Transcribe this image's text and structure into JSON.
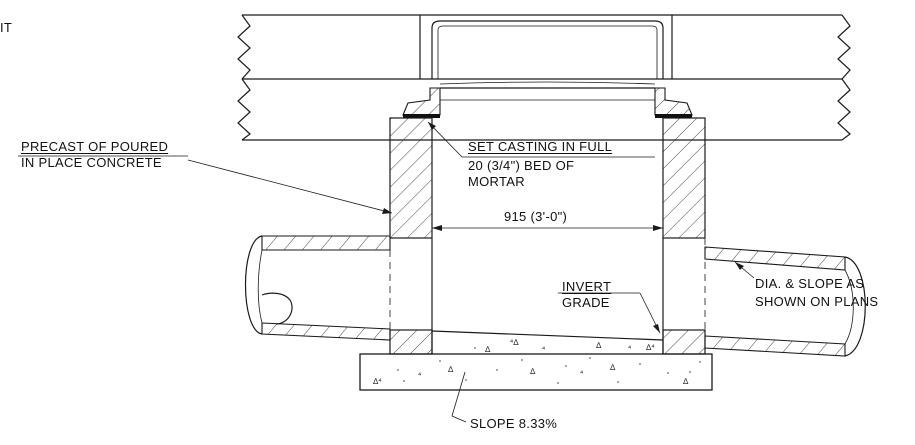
{
  "diagram": {
    "labels": {
      "partial_left": "IT",
      "precast_1": "PRECAST OF POURED",
      "precast_2": "IN PLACE CONCRETE",
      "casting_1": "SET CASTING IN FULL",
      "casting_2": "20 (3/4\") BED OF",
      "casting_3": "MORTAR",
      "dimension": "915  (3'-0\")",
      "invert_1": "INVERT",
      "invert_2": "GRADE",
      "pipe_1": "DIA. & SLOPE AS",
      "pipe_2": "SHOWN ON PLANS",
      "slope": "SLOPE 8.33%"
    },
    "colors": {
      "line": "#1a1a1a",
      "background": "#ffffff"
    }
  }
}
